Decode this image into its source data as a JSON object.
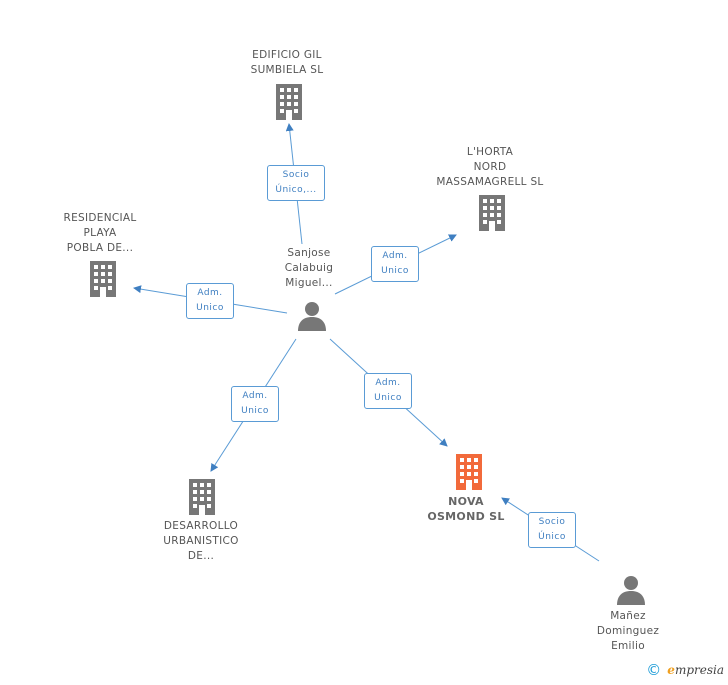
{
  "nodes": {
    "edificio": {
      "line1": "EDIFICIO GIL",
      "line2": "SUMBIELA SL"
    },
    "lhorta": {
      "line1": "L'HORTA",
      "line2": "NORD",
      "line3": "MASSAMAGRELL SL"
    },
    "residencial": {
      "line1": "RESIDENCIAL",
      "line2": "PLAYA",
      "line3": "POBLA DE..."
    },
    "sanjose": {
      "line1": "Sanjose",
      "line2": "Calabuig",
      "line3": "Miguel..."
    },
    "desarrollo": {
      "line1": "DESARROLLO",
      "line2": "URBANISTICO",
      "line3": "DE..."
    },
    "nova": {
      "line1": "NOVA",
      "line2": "OSMOND SL"
    },
    "manez": {
      "line1": "Mañez",
      "line2": "Dominguez",
      "line3": "Emilio"
    }
  },
  "edges": {
    "to_edificio": {
      "line1": "Socio",
      "line2": "Único,..."
    },
    "to_lhorta": {
      "line1": "Adm.",
      "line2": "Unico"
    },
    "to_residencial": {
      "line1": "Adm.",
      "line2": "Unico"
    },
    "to_desarrollo": {
      "line1": "Adm.",
      "line2": "Unico"
    },
    "to_nova": {
      "line1": "Adm.",
      "line2": "Unico"
    },
    "manez_to_nova": {
      "line1": "Socio",
      "line2": "Único"
    }
  },
  "footer": {
    "copyright": "©",
    "brand_e": "e",
    "brand_rest": "mpresia"
  },
  "colors": {
    "edge": "#5a9bd5",
    "building": "#777777",
    "highlight": "#f26a3b",
    "person": "#777777"
  }
}
